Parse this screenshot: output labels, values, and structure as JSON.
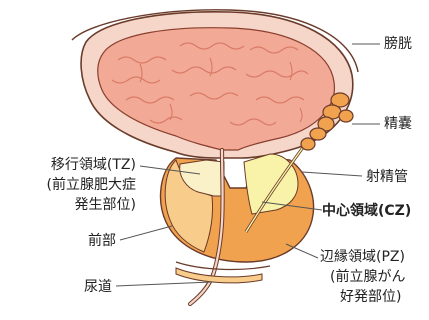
{
  "labels": {
    "bladder": "膀胱",
    "seminal_vesicle": "精嚢",
    "ejaculatory_duct": "射精管",
    "transition_zone": "移行領域(TZ)",
    "transition_zone_note_1": "(前立腺肥大症",
    "transition_zone_note_2": "発生部位)",
    "central_zone": "中心領域(CZ)",
    "anterior": "前部",
    "peripheral_zone": "辺縁領域(PZ)",
    "peripheral_zone_note_1": "(前立腺がん",
    "peripheral_zone_note_2": "好発部位)",
    "urethra": "尿道"
  },
  "colors": {
    "bladder_wall": "#f6d6c8",
    "bladder_inner": "#f2a996",
    "bladder_fold": "#d97a66",
    "peripheral_zone": "#f1a24e",
    "anterior_zone": "#f8cc8a",
    "transition_zone": "#fbf1c8",
    "central_zone": "#f8f3a8",
    "seminal_vesicle": "#f1a24e",
    "outline": "#6b3b2a"
  }
}
